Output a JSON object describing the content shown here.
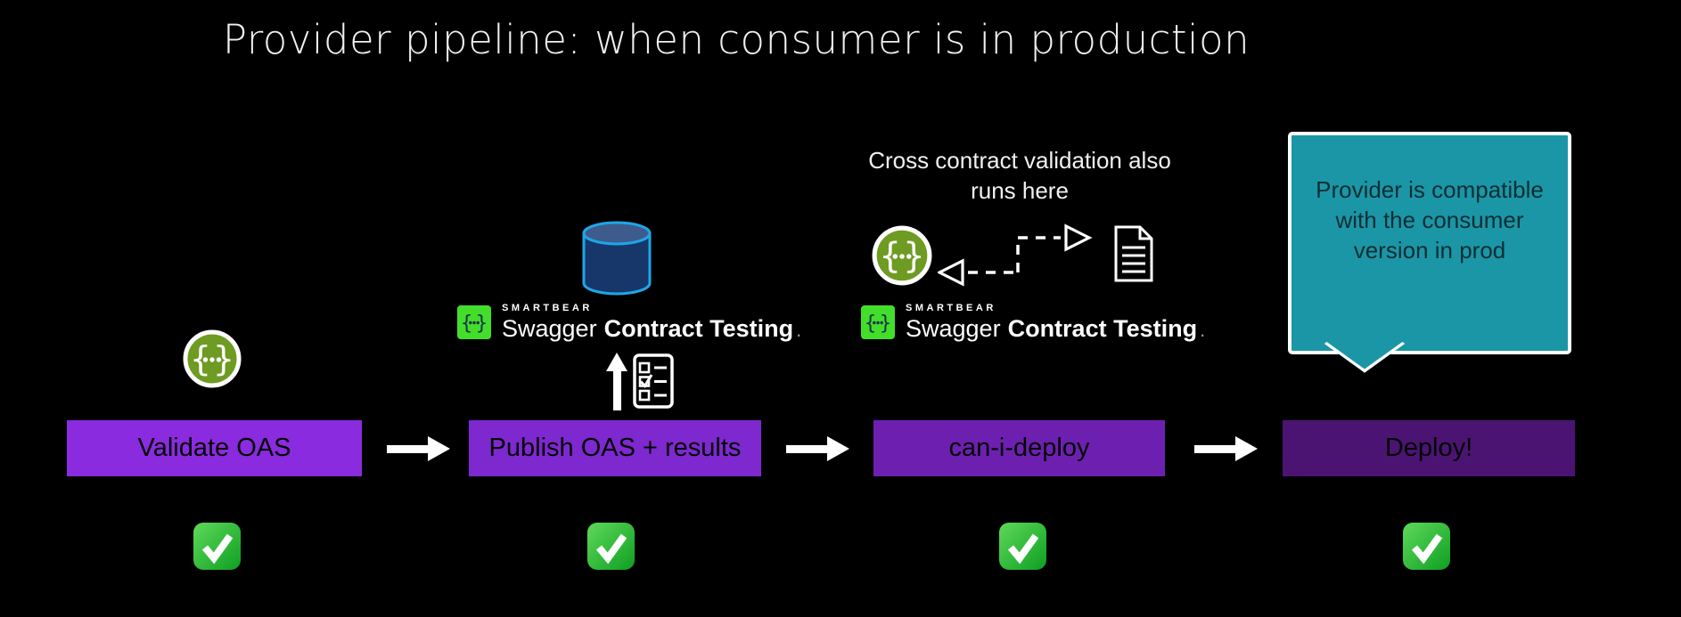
{
  "title": "Provider pipeline: when consumer is in production",
  "steps": [
    {
      "label": "Validate OAS",
      "color": "#8a2bdf"
    },
    {
      "label": "Publish OAS + results",
      "color": "#7e28cf"
    },
    {
      "label": "can-i-deploy",
      "color": "#6d20b0"
    },
    {
      "label": "Deploy!",
      "color": "#4b1472"
    }
  ],
  "notes": {
    "cross_contract_lines": [
      "Cross contract validation also",
      "runs here"
    ],
    "bubble_lines": [
      "Provider is compatible",
      "with the consumer",
      "version in prod"
    ]
  },
  "logo": {
    "brand": "SMARTBEAR",
    "product": "Swagger",
    "suite": "Contract Testing",
    "period": "."
  },
  "glyphs": {
    "brace_left": "{",
    "brace_right": "}"
  },
  "icons": {
    "swagger-icon": "braces-in-green-circle {…}",
    "smartbear-logo-icon": "braces-in-green-square {…}",
    "database-icon": "blue cylinder",
    "up-arrow-icon": "↑",
    "flow-arrow-icon": "→",
    "checklist-icon": "clipboard with checkboxes",
    "document-icon": "page with folded corner",
    "dashed-exchange-icon": "⇄ dashed bidirectional",
    "check-badge-icon": "✅"
  },
  "colors": {
    "canvas_bg": "#000000",
    "title_text": "#f0f0f0",
    "step_text": "#0a0a0a",
    "flow_arrow": "#ffffff",
    "swagger_green": "#6e9b22",
    "smartbear_green": "#43de2b",
    "logo_glyph": "#113247",
    "cylinder_body": "#17376b",
    "cylinder_top": "#3d5c8c",
    "cylinder_stroke": "#1fa6e8",
    "check_light": "#5fd95a",
    "check_dark": "#0e9f22",
    "bubble_bg": "#1b96a6",
    "bubble_border": "#ffffff",
    "bubble_text": "#0d2e33"
  }
}
